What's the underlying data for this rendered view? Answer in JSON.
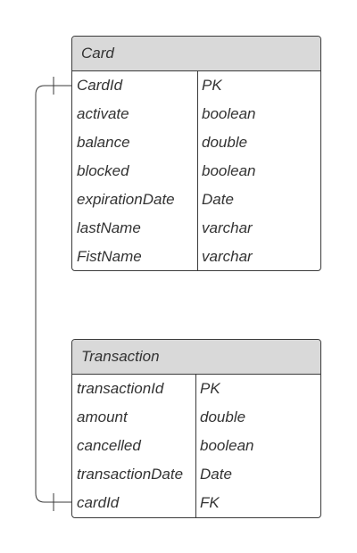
{
  "card": {
    "title": "Card",
    "fields": [
      {
        "name": "CardId",
        "type": "PK"
      },
      {
        "name": "activate",
        "type": "boolean"
      },
      {
        "name": "balance",
        "type": "double"
      },
      {
        "name": "blocked",
        "type": "boolean"
      },
      {
        "name": "expirationDate",
        "type": "Date"
      },
      {
        "name": "lastName",
        "type": "varchar"
      },
      {
        "name": "FistName",
        "type": "varchar"
      }
    ]
  },
  "transaction": {
    "title": "Transaction",
    "fields": [
      {
        "name": "transactionId",
        "type": "PK"
      },
      {
        "name": "amount",
        "type": "double"
      },
      {
        "name": "cancelled",
        "type": "boolean"
      },
      {
        "name": "transactionDate",
        "type": "Date"
      },
      {
        "name": "cardId",
        "type": "FK"
      }
    ]
  },
  "colors": {
    "header_bg": "#d9d9d9",
    "border": "#3a3a3a",
    "text": "#333333"
  }
}
